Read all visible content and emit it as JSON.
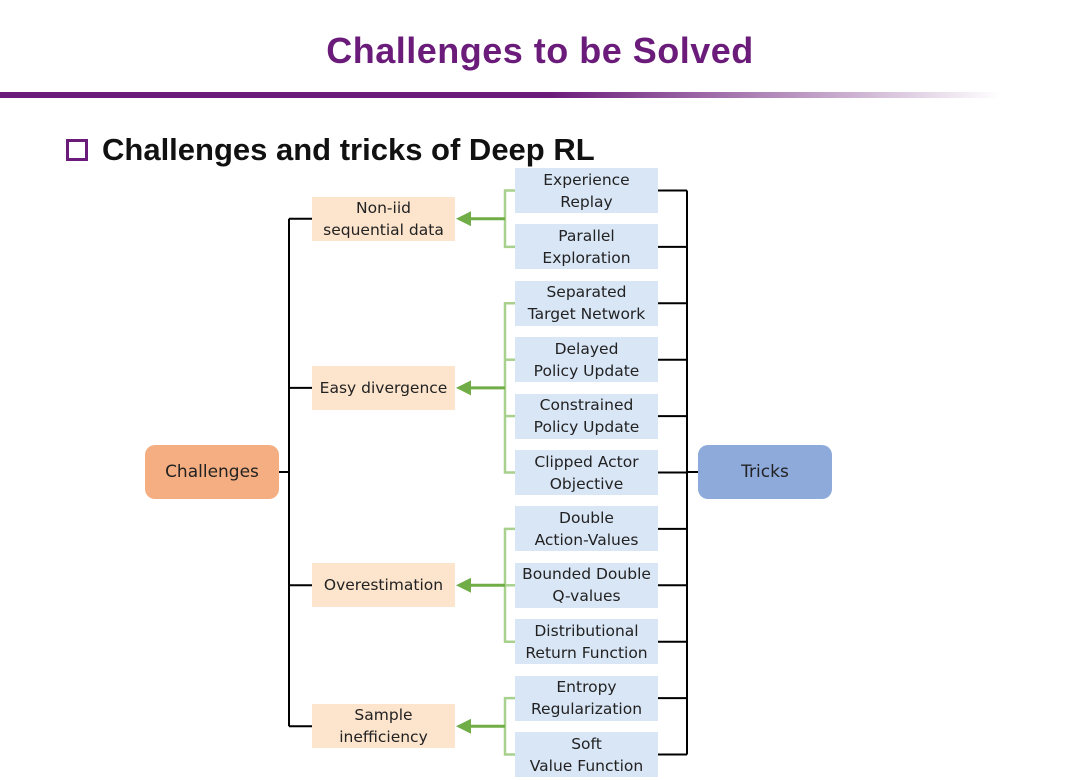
{
  "slide": {
    "title": "Challenges to be Solved",
    "bullet": "Challenges and tricks of Deep RL"
  },
  "diagram": {
    "root_left": "Challenges",
    "root_right": "Tricks",
    "categories": [
      {
        "label": "Non-iid\nsequential data",
        "tricks": [
          "Experience\nReplay",
          "Parallel\nExploration"
        ]
      },
      {
        "label": "Easy divergence",
        "tricks": [
          "Separated\nTarget Network",
          "Delayed\nPolicy Update",
          "Constrained\nPolicy Update",
          "Clipped Actor\nObjective"
        ]
      },
      {
        "label": "Overestimation",
        "tricks": [
          "Double\nAction-Values",
          "Bounded Double\nQ-values",
          "Distributional\nReturn Function"
        ]
      },
      {
        "label": "Sample\ninefficiency",
        "tricks": [
          "Entropy\nRegularization",
          "Soft\nValue Function"
        ]
      }
    ],
    "colors": {
      "title": "#6b1c7a",
      "challenges_root": "#f4ae82",
      "tricks_root": "#8eaadb",
      "category_fill": "#fce4cd",
      "trick_fill": "#d9e6f6",
      "bracket_line": "#a9d18e",
      "arrow": "#70ad47",
      "tree_line": "#000000"
    }
  }
}
